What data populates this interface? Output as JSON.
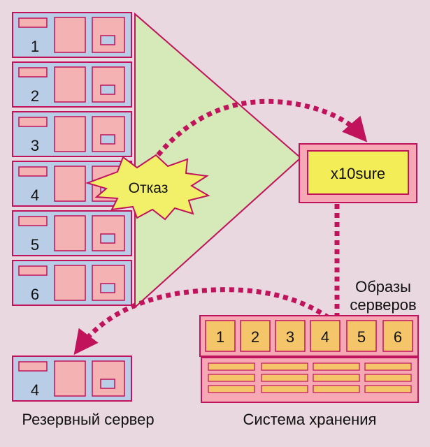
{
  "servers": [
    {
      "number": "1"
    },
    {
      "number": "2"
    },
    {
      "number": "3"
    },
    {
      "number": "4"
    },
    {
      "number": "5"
    },
    {
      "number": "6"
    }
  ],
  "failure_label": "Отказ",
  "manager_label": "x10sure",
  "images_label_line1": "Образы",
  "images_label_line2": "серверов",
  "image_slots": [
    "1",
    "2",
    "3",
    "4",
    "5",
    "6"
  ],
  "standby_server_number": "4",
  "standby_server_caption": "Резервный сервер",
  "storage_caption": "Система хранения",
  "colors": {
    "background": "#e9d8df",
    "server_body": "#b9cde6",
    "server_panel": "#f4b2b2",
    "outline": "#c0135c",
    "triangle": "#d6e9b8",
    "burst": "#f2ef69",
    "manager_inner": "#f3ee58",
    "manager_outer": "#f6a8b5",
    "image_slot": "#f4c669",
    "storage_bar": "#f4c669",
    "dashed_arrow": "#c0135c"
  }
}
